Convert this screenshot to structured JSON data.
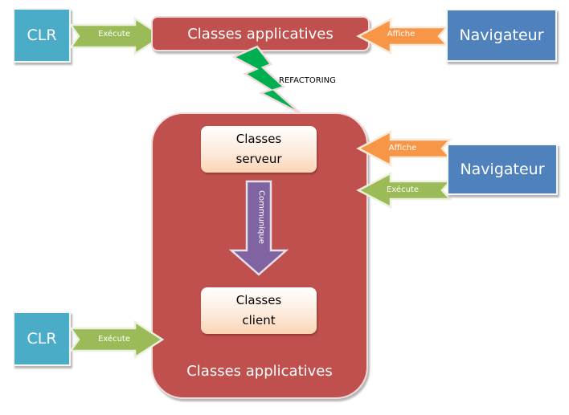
{
  "diagram": {
    "top": {
      "clr": {
        "label": "CLR"
      },
      "app": {
        "label": "Classes applicatives"
      },
      "browser": {
        "label": "Navigateur"
      },
      "arrow_execute": {
        "label": "Exécute"
      },
      "arrow_display": {
        "label": "Affiche"
      }
    },
    "refactoring": {
      "label": "REFACTORING"
    },
    "bottom": {
      "app": {
        "label": "Classes applicatives"
      },
      "server": {
        "line1": "Classes",
        "line2": "serveur"
      },
      "client": {
        "line1": "Classes",
        "line2": "client"
      },
      "communicates": {
        "label": "Communique"
      },
      "clr": {
        "label": "CLR"
      },
      "browser": {
        "label": "Navigateur"
      },
      "arrow_execute_clr": {
        "label": "Exécute"
      },
      "arrow_display": {
        "label": "Affiche"
      },
      "arrow_execute_browser": {
        "label": "Exécute"
      }
    },
    "colors": {
      "clr": "#4aacc6",
      "browser": "#4f81bd",
      "app": "#c0504d",
      "execute_arrow": "#9bbb59",
      "display_arrow": "#f79646",
      "communicates_arrow": "#8064a2",
      "refactoring_bolt": "#00b050"
    }
  }
}
